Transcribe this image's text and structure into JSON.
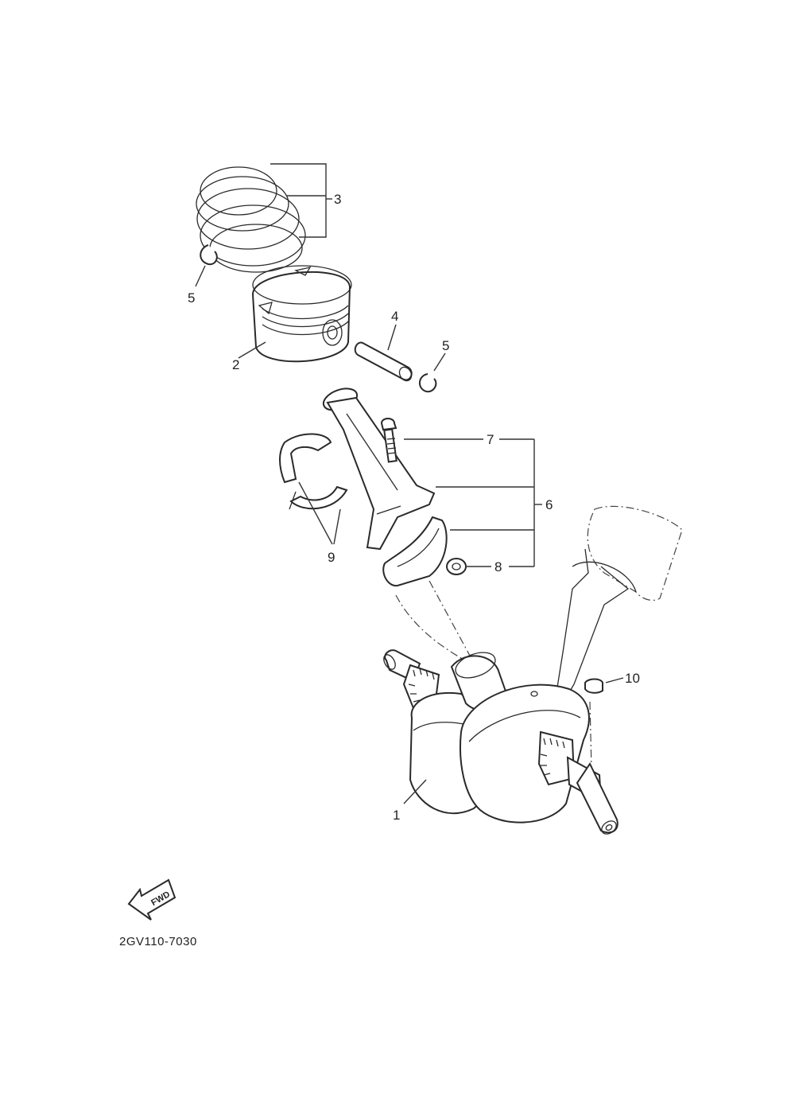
{
  "callouts": {
    "c1": "1",
    "c2": "2",
    "c3": "3",
    "c4": "4",
    "c5a": "5",
    "c5b": "5",
    "c6": "6",
    "c7": "7",
    "c8": "8",
    "c9": "9",
    "c10": "10"
  },
  "fwd_label": "FWD",
  "diagram_code": "2GV110-7030"
}
